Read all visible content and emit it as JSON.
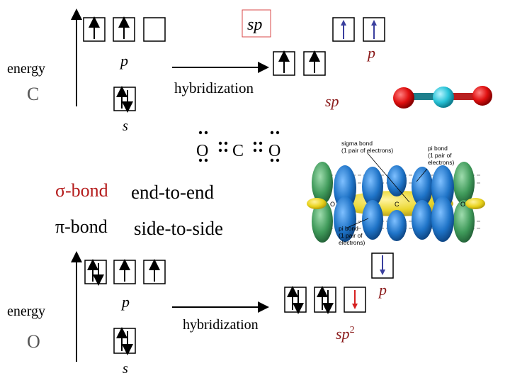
{
  "colors": {
    "axis": "#000000",
    "arrow_black": "#000000",
    "arrow_blue": "#3a3f9e",
    "arrow_red": "#d62020",
    "sp_box_border": "#d94a4a",
    "oxygen_atom": "#e01010",
    "carbon_atom": "#29c4d8",
    "orbital_blue": "#1e73c7",
    "orbital_green": "#3f9a5a",
    "orbital_yellow": "#e8d21a"
  },
  "carbon": {
    "energy_label": "energy",
    "element_label": "C",
    "p_label": "p",
    "s_label": "s",
    "process_label": "hybridization",
    "sp_box_label": "sp",
    "hybrid_p_label": "p",
    "hybrid_sp_label": "sp"
  },
  "lewis": {
    "left": "O",
    "center": "C",
    "right": "O"
  },
  "bonds": {
    "sigma_symbol": "σ",
    "sigma_name": "-bond",
    "sigma_desc": "end-to-end",
    "pi_symbol": "π",
    "pi_name": "-bond",
    "pi_desc": "side-to-side"
  },
  "orbital_figure": {
    "sigma_label_1": "sigma bond",
    "sigma_label_2": "(1 pair of electrons)",
    "pi_label_top_1": "pi bond",
    "pi_label_top_2": "(1 pair of",
    "pi_label_top_3": "electrons)",
    "pi_label_bottom_1": "pi bond",
    "pi_label_bottom_2": "(1 pair of",
    "pi_label_bottom_3": "electrons)",
    "atom_left": "O",
    "atom_center": "C",
    "atom_right": "O"
  },
  "oxygen": {
    "energy_label": "energy",
    "element_label": "O",
    "p_label": "p",
    "s_label": "s",
    "process_label": "hybridization",
    "hybrid_p_label": "p",
    "hybrid_sp2_base": "sp",
    "hybrid_sp2_sup": "2"
  }
}
